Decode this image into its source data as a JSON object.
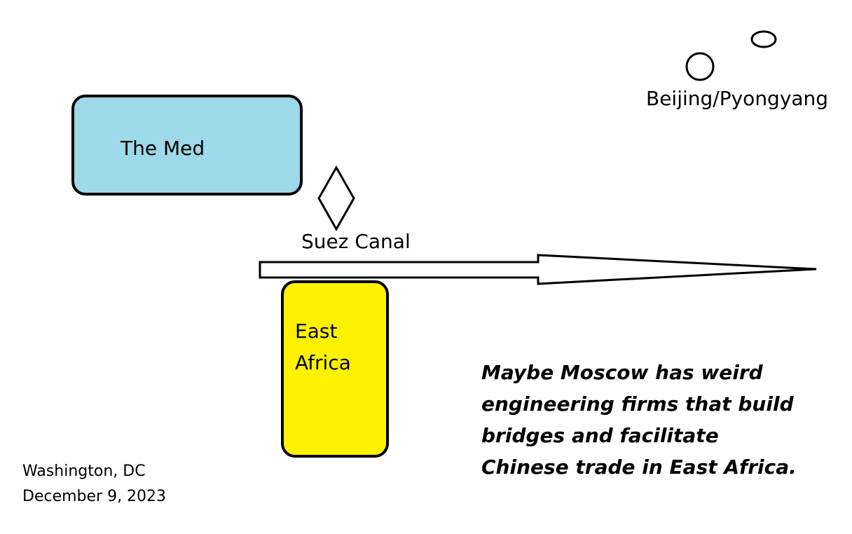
{
  "regions": {
    "med": {
      "label": "The Med",
      "fill": "#9dd9e8"
    },
    "east_africa": {
      "label": "East Africa",
      "fill": "#fff200"
    }
  },
  "suez": {
    "label": "Suez Canal"
  },
  "beijing": {
    "label": "Beijing/Pyongyang"
  },
  "note": {
    "lines": [
      "Maybe Moscow has weird",
      "engineering firms that build",
      "bridges and facilitate",
      "Chinese trade in East Africa."
    ]
  },
  "footer": {
    "location": "Washington, DC",
    "date": "December 9, 2023"
  },
  "colors": {
    "stroke": "#000000",
    "background": "#ffffff"
  }
}
